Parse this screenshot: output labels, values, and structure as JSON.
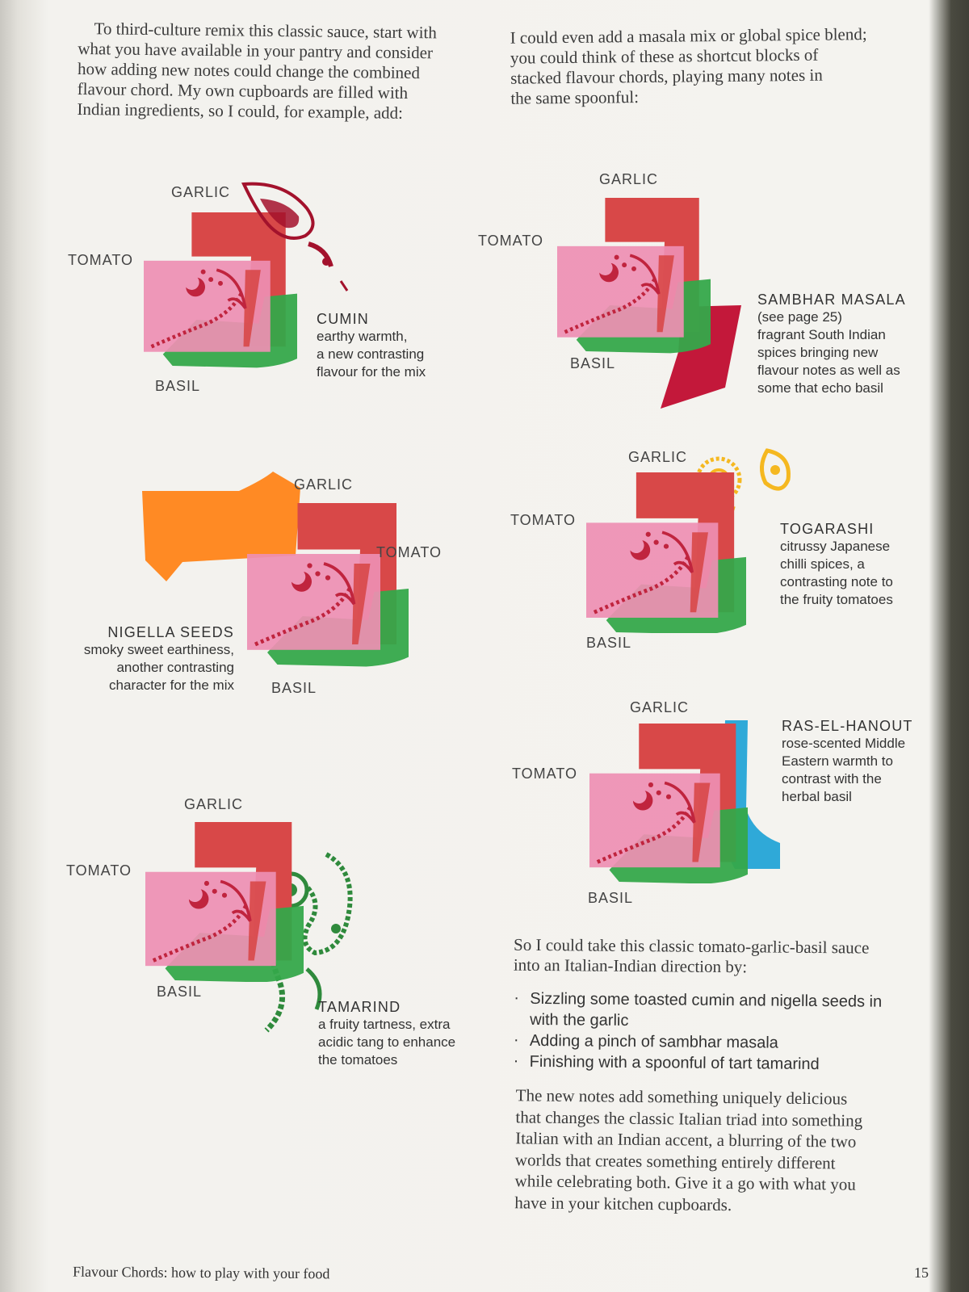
{
  "intro_left": [
    "To third-culture remix this classic sauce, start with",
    "what you have available in your pantry and consider",
    "how adding new notes could change the combined",
    "flavour chord. My own cupboards are filled with",
    "Indian ingredients, so I could, for example, add:"
  ],
  "intro_right": [
    "I could even add a masala mix or global spice blend;",
    "you could think of these as shortcut blocks of",
    "stacked flavour chords, playing many notes in",
    "the same spoonful:"
  ],
  "labels": {
    "garlic": "GARLIC",
    "tomato": "TOMATO",
    "basil": "BASIL"
  },
  "fig_cumin": {
    "head": "CUMIN",
    "lines": [
      "earthy warmth,",
      "a new contrasting",
      "flavour for the mix"
    ],
    "accent": "#a3122c"
  },
  "fig_nigella": {
    "head": "NIGELLA SEEDS",
    "lines": [
      "smoky sweet earthiness,",
      "another contrasting",
      "character for the mix"
    ],
    "accent": "#ff8a24"
  },
  "fig_tamarind": {
    "head": "TAMARIND",
    "lines": [
      "a fruity tartness, extra",
      "acidic tang to enhance",
      "the tomatoes"
    ],
    "accent": "#2f8a3c"
  },
  "fig_sambhar": {
    "head": "SAMBHAR MASALA",
    "lines": [
      "(see page 25)",
      "fragrant South Indian",
      "spices bringing new",
      "flavour notes as well as",
      "some that echo basil"
    ],
    "accent": "#c3183a"
  },
  "fig_togarashi": {
    "head": "TOGARASHI",
    "lines": [
      "citrussy Japanese",
      "chilli spices, a",
      "contrasting note to",
      "the fruity tomatoes"
    ],
    "accent": "#f5b820"
  },
  "fig_ras": {
    "head": "RAS-EL-HANOUT",
    "lines": [
      "rose-scented Middle",
      "Eastern warmth to",
      "contrast with the",
      "herbal basil"
    ],
    "accent": "#2fa9d8"
  },
  "direction_intro": [
    "So I could take this classic tomato-garlic-basil sauce",
    "into an Italian-Indian direction by:"
  ],
  "bullets": [
    {
      "lines": [
        "Sizzling some toasted cumin and nigella seeds in",
        "with the garlic"
      ]
    },
    {
      "lines": [
        "Adding a pinch of sambhar masala"
      ]
    },
    {
      "lines": [
        "Finishing with a spoonful of tart tamarind"
      ]
    }
  ],
  "closing": [
    "The new notes add something uniquely delicious",
    "that changes the classic Italian triad into something",
    "Italian with an Indian accent, a blurring of the two",
    "worlds that creates something entirely different",
    "while celebrating both. Give it a go with what you",
    "have in your kitchen cupboards."
  ],
  "footer": {
    "title": "Flavour Chords: how to play with your food",
    "page": "15"
  },
  "colors": {
    "garlic": "#d84848",
    "tomato": "#ee8fb3",
    "basil": "#35a84a",
    "motif": "#c0243e"
  }
}
